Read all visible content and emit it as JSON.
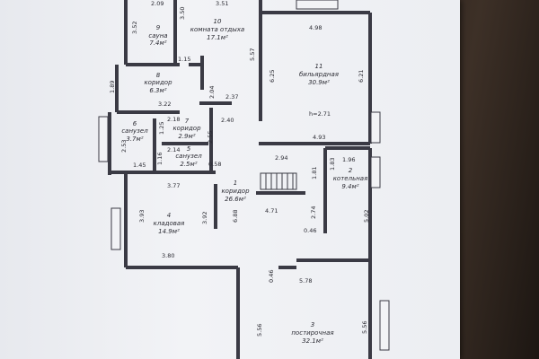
{
  "rooms": [
    {
      "number": "9",
      "name": "сауна",
      "area": "7.4м²"
    },
    {
      "number": "10",
      "name": "комната отдыха",
      "area": "17.1м²"
    },
    {
      "number": "11",
      "name": "бильярдная",
      "area": "30.9м²"
    },
    {
      "number": "8",
      "name": "коридор",
      "area": "6.3м²"
    },
    {
      "number": "7",
      "name": "коридор",
      "area": "2.9м²"
    },
    {
      "number": "6",
      "name": "санузел",
      "area": "3.7м²"
    },
    {
      "number": "5",
      "name": "санузел",
      "area": "2.5м²"
    },
    {
      "number": "1",
      "name": "коридор",
      "area": "26.6м²"
    },
    {
      "number": "2",
      "name": "котельная",
      "area": "9.4м²"
    },
    {
      "number": "4",
      "name": "кладовая",
      "area": "14.9м²"
    },
    {
      "number": "3",
      "name": "постирочная",
      "area": "32.1м²"
    }
  ],
  "dimensions": [
    "2.09",
    "3.51",
    "3.50",
    "3.52",
    "1.15",
    "5.57",
    "4.98",
    "6.25",
    "6.21",
    "1.89",
    "3.22",
    "2.04",
    "2.37",
    "2.40",
    "2.18",
    "1.25",
    "2.14",
    "1.16",
    "2.55",
    "0.58",
    "2.53",
    "1.45",
    "h=2.71",
    "4.93",
    "2.94",
    "1.81",
    "1.83",
    "1.96",
    "3.77",
    "6.88",
    "3.93",
    "3.92",
    "4.71",
    "2.74",
    "5.02",
    "0.46",
    "3.80",
    "0.46",
    "5.78",
    "5.56",
    "5.56"
  ]
}
